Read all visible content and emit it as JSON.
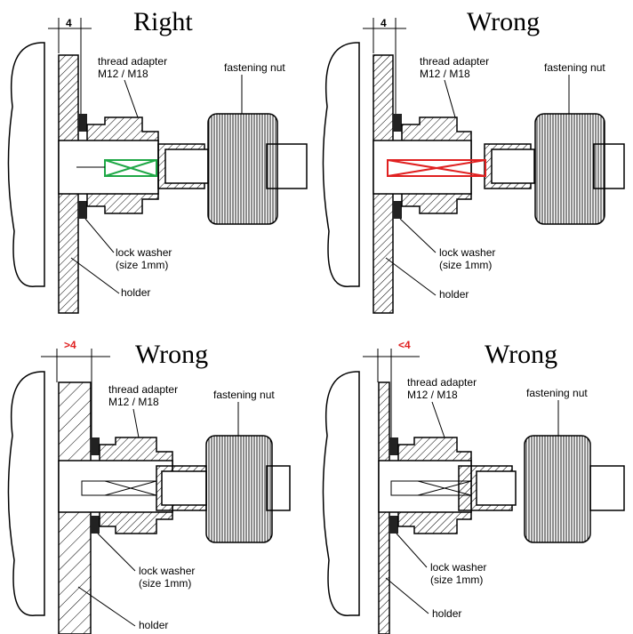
{
  "panels": [
    {
      "title": "Right",
      "dimension": "4",
      "dimension_color": "#000000",
      "highlight": "#1fa846",
      "labels": {
        "adapter_line1": "thread adapter",
        "adapter_line2": "M12 / M18",
        "nut": "fastening nut",
        "washer_line1": "lock washer",
        "washer_line2": "(size 1mm)",
        "holder": "holder"
      }
    },
    {
      "title": "Wrong",
      "dimension": "4",
      "dimension_color": "#000000",
      "highlight": "#e02020",
      "labels": {
        "adapter_line1": "thread adapter",
        "adapter_line2": "M12 / M18",
        "nut": "fastening nut",
        "washer_line1": "lock washer",
        "washer_line2": "(size 1mm)",
        "holder": "holder"
      }
    },
    {
      "title": "Wrong",
      "dimension": ">4",
      "dimension_color": "#e02020",
      "highlight": "",
      "labels": {
        "adapter_line1": "thread adapter",
        "adapter_line2": "M12 / M18",
        "nut": "fastening nut",
        "washer_line1": "lock washer",
        "washer_line2": "(size 1mm)",
        "holder": "holder"
      }
    },
    {
      "title": "Wrong",
      "dimension": "<4",
      "dimension_color": "#e02020",
      "highlight": "",
      "labels": {
        "adapter_line1": "thread adapter",
        "adapter_line2": "M12 / M18",
        "nut": "fastening nut",
        "washer_line1": "lock washer",
        "washer_line2": "(size 1mm)",
        "holder": "holder"
      }
    }
  ]
}
